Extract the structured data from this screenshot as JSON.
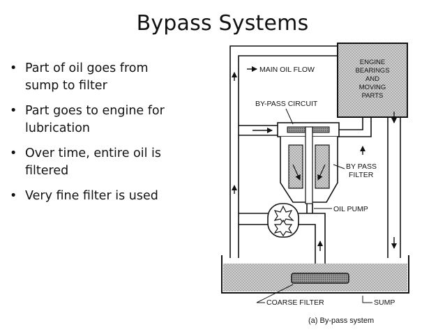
{
  "slide": {
    "title": "Bypass Systems",
    "bullets": [
      "Part of oil goes from sump to filter",
      "Part goes to engine for lubrication",
      "Over time, entire oil is filtered",
      "Very fine filter is used"
    ]
  },
  "diagram": {
    "engine_label": [
      "ENGINE",
      "BEARINGS",
      "AND",
      "MOVING",
      "PARTS"
    ],
    "main_oil_flow": "MAIN OIL FLOW",
    "bypass_circuit": "BY-PASS CIRCUIT",
    "bypass_filter": [
      "BY PASS",
      "FILTER"
    ],
    "oil_pump": "OIL PUMP",
    "coarse_filter": "COARSE FILTER",
    "sump": "SUMP",
    "caption": "(a) By-pass system"
  }
}
